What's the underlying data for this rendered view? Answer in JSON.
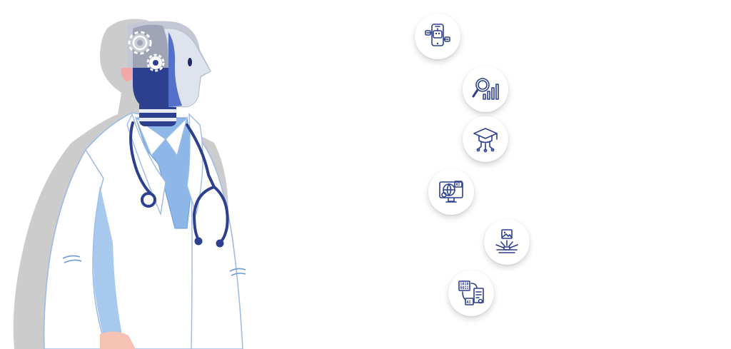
{
  "illustration": {
    "subject": "ai-doctor-robot-head",
    "colors": {
      "coat": "#ffffff",
      "coat_outline": "#8fb3e0",
      "shirt": "#8db7e6",
      "shadow": "#cfcfcf",
      "robot_dark": "#2d3f8f",
      "robot_mid": "#5470c9",
      "robot_face": "#dfe3ee",
      "skin": "#f5c2b4"
    }
  },
  "icons": [
    {
      "name": "ai-chatbot-phone-icon"
    },
    {
      "name": "search-analytics-icon"
    },
    {
      "name": "ai-education-icon"
    },
    {
      "name": "ai-global-monitor-icon"
    },
    {
      "name": "image-recognition-icon"
    },
    {
      "name": "data-to-ai-document-icon",
      "labels": [
        "1010",
        "0011",
        "AI"
      ]
    }
  ],
  "accent_color": "#2d3f8f"
}
